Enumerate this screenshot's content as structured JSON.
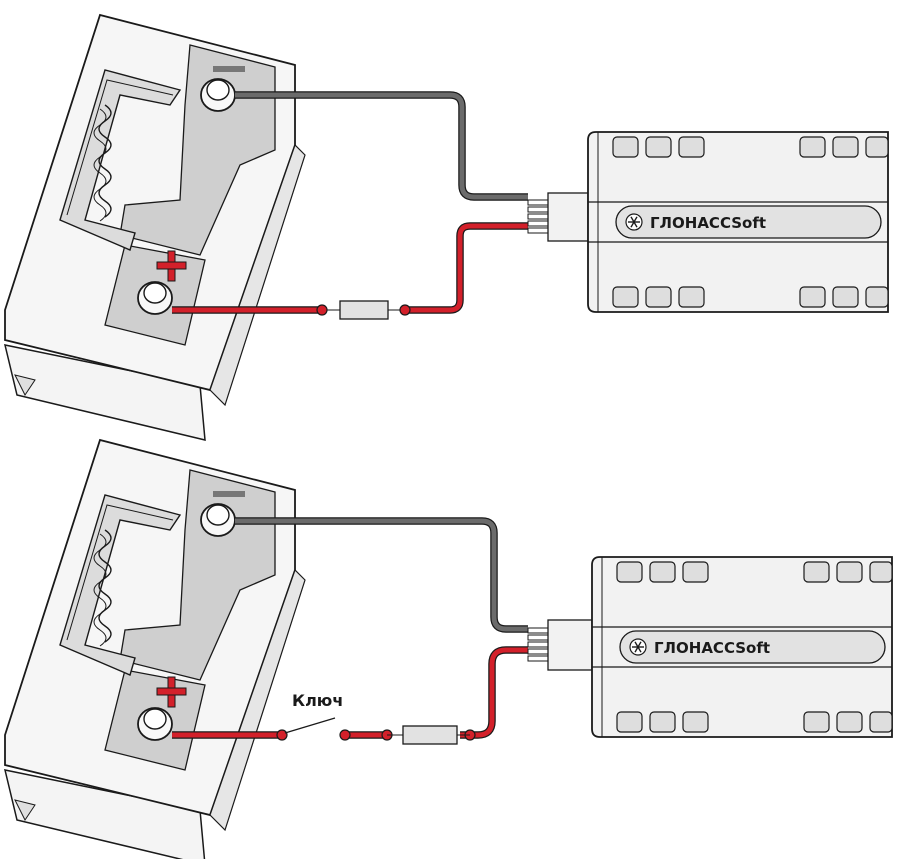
{
  "diagrams": [
    {
      "battery": {
        "minus_label": "−",
        "plus_label": "+"
      },
      "tracker": {
        "brand": "ГЛОНАСCSoft",
        "logo": "snowflake-icon"
      },
      "fuse": true,
      "switch": null
    },
    {
      "battery": {
        "minus_label": "−",
        "plus_label": "+"
      },
      "tracker": {
        "brand": "ГЛОНАСCSoft",
        "logo": "snowflake-icon"
      },
      "fuse": true,
      "switch": {
        "label": "Ключ"
      }
    }
  ],
  "colors": {
    "negative_wire": "#6b6b6b",
    "positive_wire": "#d3202a",
    "plus_sign": "#d3202a",
    "minus_sign": "#777777",
    "device_body": "#f2f2f2",
    "outline": "#1a1a1a"
  }
}
